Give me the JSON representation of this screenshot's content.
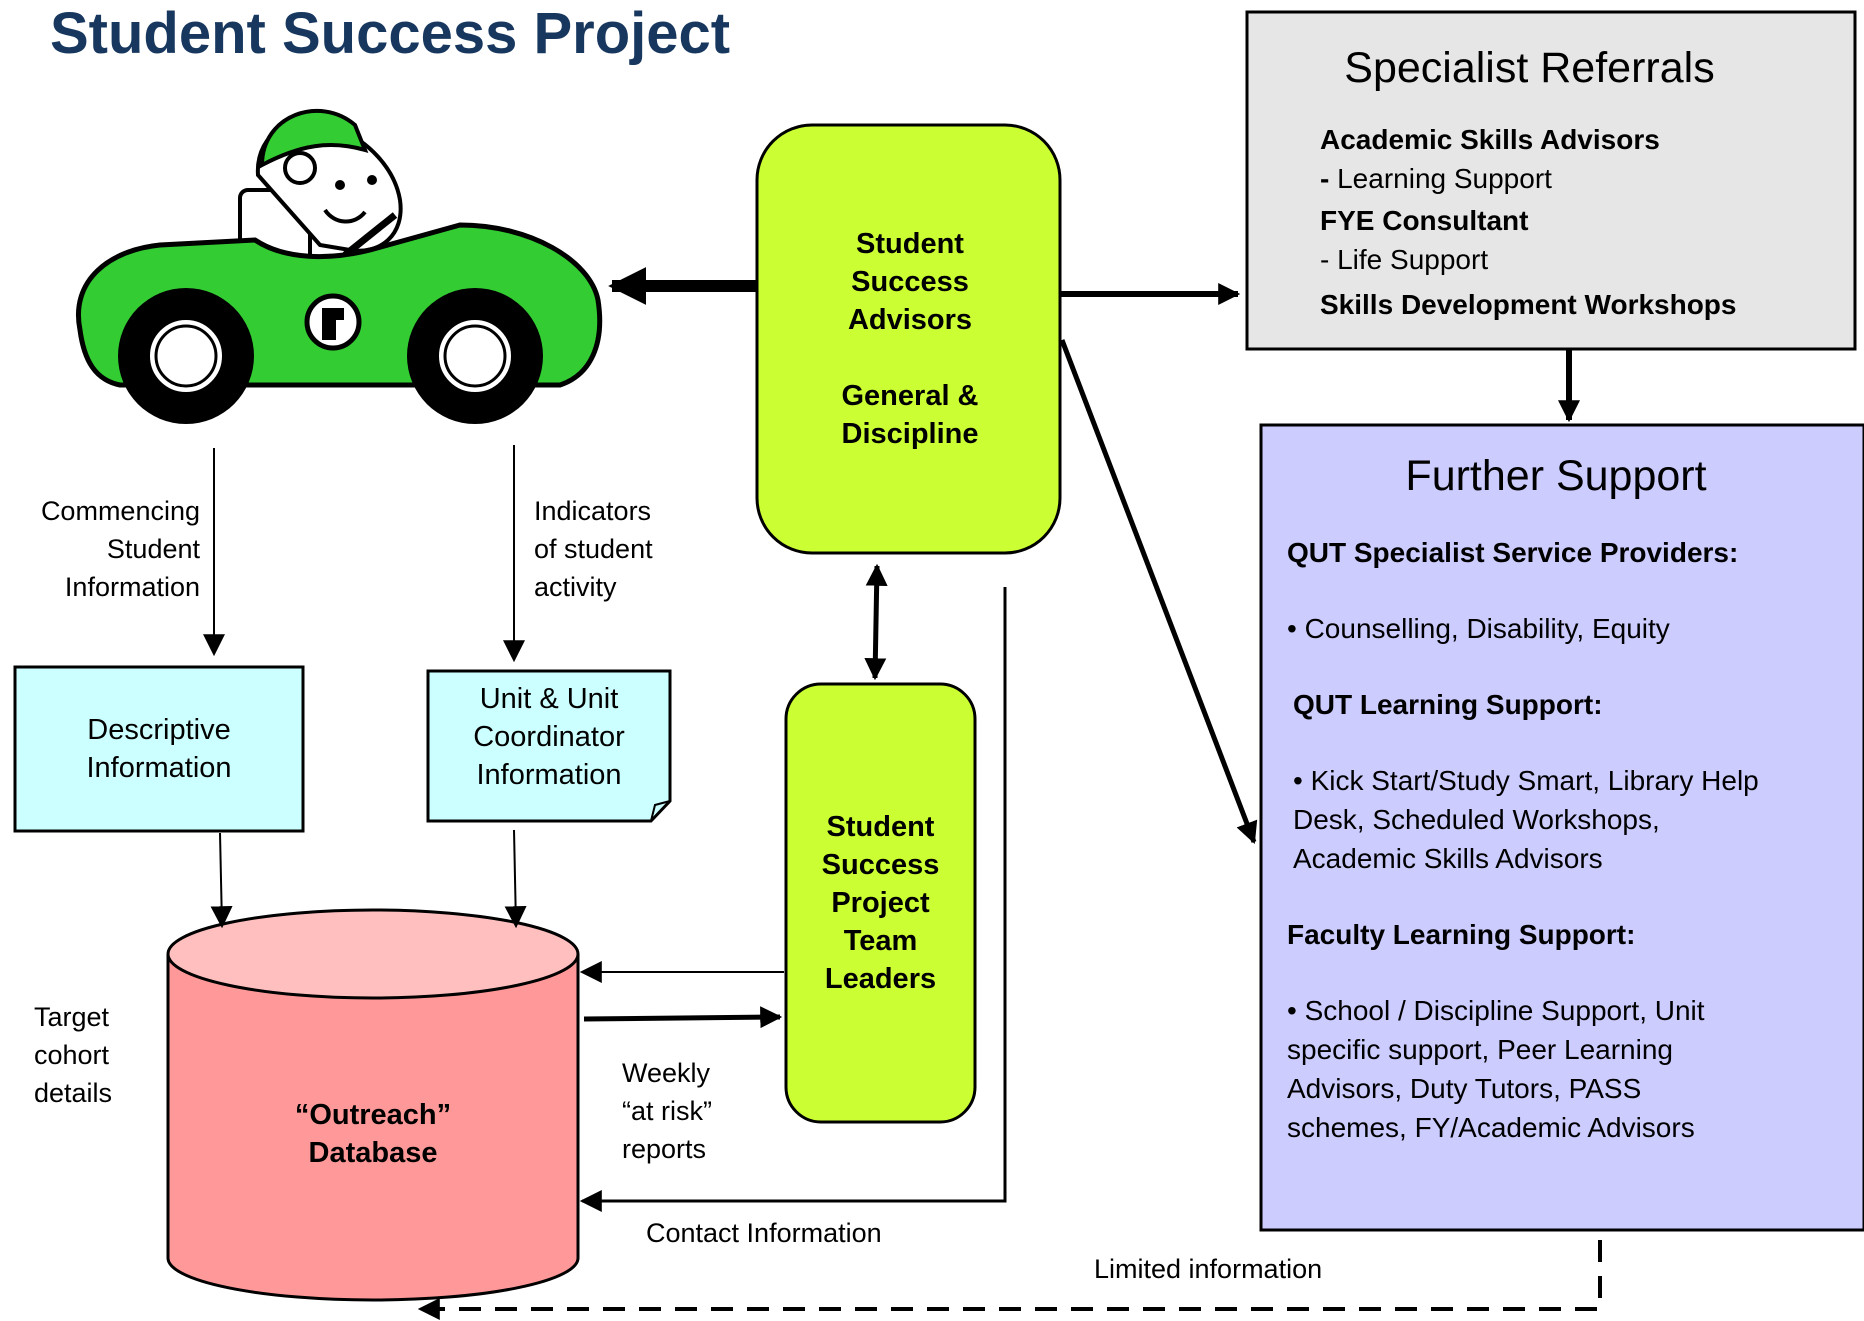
{
  "title": "Student Success Project",
  "nodes": {
    "advisors": {
      "line1": "Student",
      "line2": "Success",
      "line3": "Advisors",
      "line4": "General &",
      "line5": "Discipline"
    },
    "team_leaders": {
      "line1": "Student",
      "line2": "Success",
      "line3": "Project",
      "line4": "Team",
      "line5": "Leaders"
    },
    "descriptive": {
      "line1": "Descriptive",
      "line2": "Information"
    },
    "unit": {
      "line1": "Unit & Unit",
      "line2": "Coordinator",
      "line3": "Information"
    },
    "database": {
      "line1": "“Outreach”",
      "line2": "Database"
    },
    "specialist": {
      "heading": "Specialist Referrals",
      "item1": "Academic Skills Advisors",
      "item1_dash": "-",
      "item1_sub": " Learning Support",
      "item2": "FYE Consultant",
      "item2_sub": "- Life Support",
      "item3": "Skills Development Workshops"
    },
    "further": {
      "heading": "Further Support",
      "sec1": "QUT Specialist Service Providers:",
      "sec1_text": "• Counselling, Disability, Equity",
      "sec2": "QUT Learning Support:",
      "sec2_l1": "• Kick Start/Study Smart, Library Help",
      "sec2_l2": "Desk, Scheduled Workshops,",
      "sec2_l3": "Academic Skills Advisors",
      "sec3": "Faculty Learning Support:",
      "sec3_l1": "• School / Discipline Support, Unit",
      "sec3_l2": "specific support, Peer Learning",
      "sec3_l3": "Advisors, Duty Tutors, PASS",
      "sec3_l4": "schemes, FY/Academic Advisors"
    }
  },
  "edge_labels": {
    "commencing": {
      "l1": "Commencing",
      "l2": "Student",
      "l3": "Information"
    },
    "indicators": {
      "l1": "Indicators",
      "l2": "of student",
      "l3": "activity"
    },
    "target": {
      "l1": "Target",
      "l2": "cohort",
      "l3": "details"
    },
    "weekly": {
      "l1": "Weekly",
      "l2": "“at risk”",
      "l3": "reports"
    },
    "contact": "Contact Information",
    "limited": "Limited information"
  },
  "colors": {
    "title": "#17375e",
    "advisor_fill": "#ccff33",
    "info_fill": "#ccffff",
    "database_fill": "#ff9999",
    "database_top": "#ffbfbf",
    "specialist_fill": "#e6e6e6",
    "further_fill": "#ccccff",
    "car_green": "#33cc33"
  },
  "icons": {
    "car": "race-car-driver-illustration"
  }
}
